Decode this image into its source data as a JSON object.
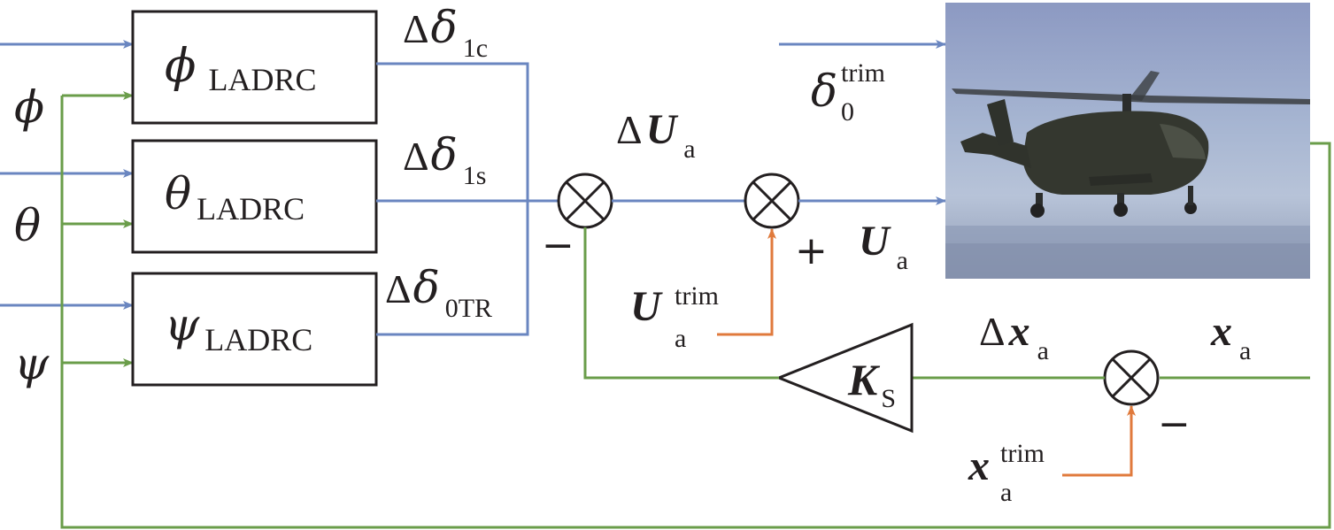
{
  "colors": {
    "blue": "#6a86c0",
    "green": "#6a9d4a",
    "orange": "#e07a3c",
    "black": "#231f20"
  },
  "inputs": {
    "phi": "ϕ",
    "theta": "θ",
    "psi": "ψ"
  },
  "blocks": {
    "phi": {
      "symbol": "ϕ",
      "sub": "LADRC"
    },
    "theta": {
      "symbol": "θ",
      "sub": "LADRC"
    },
    "psi": {
      "symbol": "ψ",
      "sub": "LADRC"
    }
  },
  "outputs": {
    "d1c": {
      "delta": "Δ",
      "symbol": "δ",
      "sub": "1c"
    },
    "d1s": {
      "delta": "Δ",
      "symbol": "δ",
      "sub": "1s"
    },
    "d0tr": {
      "delta": "Δ",
      "symbol": "δ",
      "sub": "0TR"
    }
  },
  "signals": {
    "dUa": {
      "delta": "Δ",
      "symbol": "U",
      "sub": "a"
    },
    "Ua": {
      "symbol": "U",
      "sub": "a"
    },
    "Ua_trim": {
      "symbol": "U",
      "sup": "trim",
      "sub": "a"
    },
    "delta0_trim": {
      "symbol": "δ",
      "sup": "trim",
      "sub": "0"
    },
    "dxa": {
      "delta": "Δ",
      "symbol": "x",
      "sub": "a"
    },
    "xa": {
      "symbol": "x",
      "sub": "a"
    },
    "xa_trim": {
      "symbol": "x",
      "sup": "trim",
      "sub": "a"
    }
  },
  "gain": {
    "symbol": "K",
    "sub": "S"
  },
  "signs": {
    "sum1_minus": "−",
    "sum2_plus": "+",
    "sum3_minus": "−"
  },
  "plant": {
    "icon": "helicopter-icon"
  }
}
